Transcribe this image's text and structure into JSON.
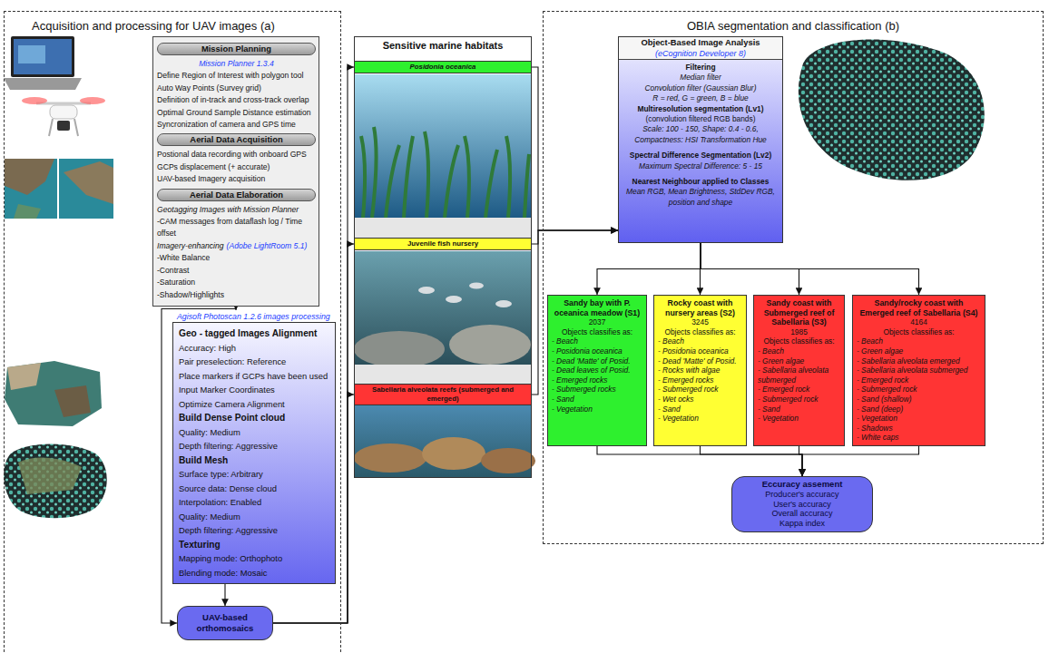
{
  "diagram": {
    "nodes": [
      {
        "text": [
          "Acquisition and processing for UAV images (a)"
        ]
      },
      {
        "text": [
          "Mission Planner 1.3.4",
          "Define Region of Interest with polygon tool",
          "Auto Way Points (Survey grid)",
          "Definition of in-track and cross-track overlap",
          "Optimal Ground Sample Distance estimation",
          "Syncronization of camera and GPS time",
          "Postional data recording with onboard GPS",
          "GCPs displacement (+ accurate)",
          "UAV-based Imagery acquisition",
          "Geotagging Images with Mission Planner",
          "-CAM messages from dataflash log / Time offset",
          "Imagery-enhancing",
          "(Adobe LightRoom 5.1)",
          "-White Balance",
          "-Contrast",
          "-Saturation",
          "-Shadow/Highlights"
        ],
        "in": 0
      },
      {
        "text": [
          "Mission Planning"
        ],
        "in": 1
      },
      {
        "text": [
          "Aerial Data Acquisition"
        ],
        "in": 1
      },
      {
        "text": [
          "Aerial Data Elaboration"
        ],
        "in": 1
      },
      {
        "text": [
          "Agisoft Photoscan 1.2.6 images processing",
          "Geo - tagged Images Alignment",
          "Accuracy: High",
          "Pair preselection: Reference",
          "Place markers if GCPs have been used",
          "Input Marker Coordinates",
          "Optimize Camera Alignment",
          "Build Dense Point cloud",
          "Quality: Medium",
          "Depth filtering: Aggressive",
          "Build Mesh",
          "Surface type: Arbitrary",
          "Source data: Dense cloud",
          "Interpolation: Enabled",
          "Quality: Medium",
          "Depth filtering: Aggressive",
          "Texturing",
          "Mapping mode: Orthophoto",
          "Blending mode: Mosaic"
        ],
        "in": 0
      },
      {
        "text": [
          "UAV-based orthomosaics"
        ],
        "in": 0
      },
      {
        "text": [
          "Sensitive marine habitats"
        ]
      },
      {
        "text": [
          "Posidonia oceanica"
        ],
        "in": 7
      },
      {
        "text": [
          "Juvenile fish nursery"
        ],
        "in": 7
      },
      {
        "text": [
          "Sabellaria alveolata reefs (submerged and emerged)"
        ],
        "in": 7
      },
      {
        "text": [
          "OBIA segmentation and classification (b)"
        ]
      },
      {
        "text": [
          "Object-Based Image Analysis",
          "(eCognition Developer 8)",
          "Filtering",
          "Median filter",
          "Convolution filter (Gaussian Blur)",
          "R = red, G = green, B = blue",
          "Multiresolution segmentation (Lv1)",
          "(convolution filtered RGB bands)",
          "Scale: 100 - 150, Shape: 0.4 - 0.6,",
          "Compactness: HSI Transformation Hue",
          "Spectral Difference Segmentation (Lv2)",
          "Maximum Spectral Difference: 5 - 15",
          "Nearest Neighbour applied to Classes",
          "Mean RGB, Mean Brightness, StdDev RGB,",
          "position and shape"
        ],
        "in": 11
      },
      {
        "text": [
          "Sandy bay with P. oceanica meadow (S1)",
          "2037",
          "Objects classifies as:",
          "- Beach",
          "- Posidonia oceanica",
          "- Dead 'Matte' of Posid.",
          "- Dead leaves of Posid.",
          "- Emerged rocks",
          "- Submerged rocks",
          "- Sand",
          "- Vegetation"
        ],
        "in": 11
      },
      {
        "text": [
          "Rocky coast with nursery areas (S2)",
          "3245",
          "Objects classifies as:",
          "- Beach",
          "- Posidonia oceanica",
          "- Dead 'Matte' of Posid.",
          "- Rocks with algae",
          "- Emerged rocks",
          "- Submerged rock",
          "- Wet ocks",
          "- Sand",
          "- Vegetation"
        ],
        "in": 11
      },
      {
        "text": [
          "Sandy coast with Submerged reef of Sabellaria (S3)",
          "1985",
          "Objects classifies as:",
          "- Beach",
          "- Green algae",
          "- Sabellaria alveolata submerged",
          "- Emerged rock",
          "- Submerged rock",
          "- Sand",
          "- Vegetation"
        ],
        "in": 11
      },
      {
        "text": [
          "Sandy/rocky coast with Emerged reef of Sabellaria (S4)",
          "4164",
          "Objects classifies as:",
          "- Beach",
          "- Green algae",
          "- Sabellaria alveolata emerged",
          "- Sabellaria alveolata submerged",
          "- Emerged rock",
          "- Submerged rock",
          "- Sand (shallow)",
          "- Sand (deep)",
          "- Vegetation",
          "- Shadows",
          "- White caps"
        ],
        "in": 11
      },
      {
        "text": [
          "Eccuracy assement",
          "Producer's accuracy",
          "User's accuracy",
          "Overall accuracy",
          "Kappa index"
        ],
        "in": 11
      }
    ],
    "edges": [
      {
        "from": 1,
        "to": 5,
        "arrow": "to"
      },
      {
        "from": 1,
        "to": 6,
        "arrow": "to"
      },
      {
        "from": 5,
        "to": 6,
        "arrow": "to"
      },
      {
        "from": 6,
        "to": 8,
        "arrow": "to"
      },
      {
        "from": 6,
        "to": 9,
        "arrow": "to"
      },
      {
        "from": 6,
        "to": 10,
        "arrow": "to"
      },
      {
        "from": 8,
        "to": 12,
        "arrow": "to"
      },
      {
        "from": 9,
        "to": 12,
        "arrow": "to"
      },
      {
        "from": 10,
        "to": 12,
        "arrow": "to"
      },
      {
        "from": 12,
        "to": 13,
        "arrow": "to"
      },
      {
        "from": 12,
        "to": 14,
        "arrow": "to"
      },
      {
        "from": 12,
        "to": 15,
        "arrow": "to"
      },
      {
        "from": 12,
        "to": 16,
        "arrow": "to"
      },
      {
        "from": 13,
        "to": 17,
        "arrow": "to"
      },
      {
        "from": 14,
        "to": 17,
        "arrow": "to"
      },
      {
        "from": 15,
        "to": 17,
        "arrow": "to"
      },
      {
        "from": 16,
        "to": 17,
        "arrow": "to"
      }
    ]
  }
}
